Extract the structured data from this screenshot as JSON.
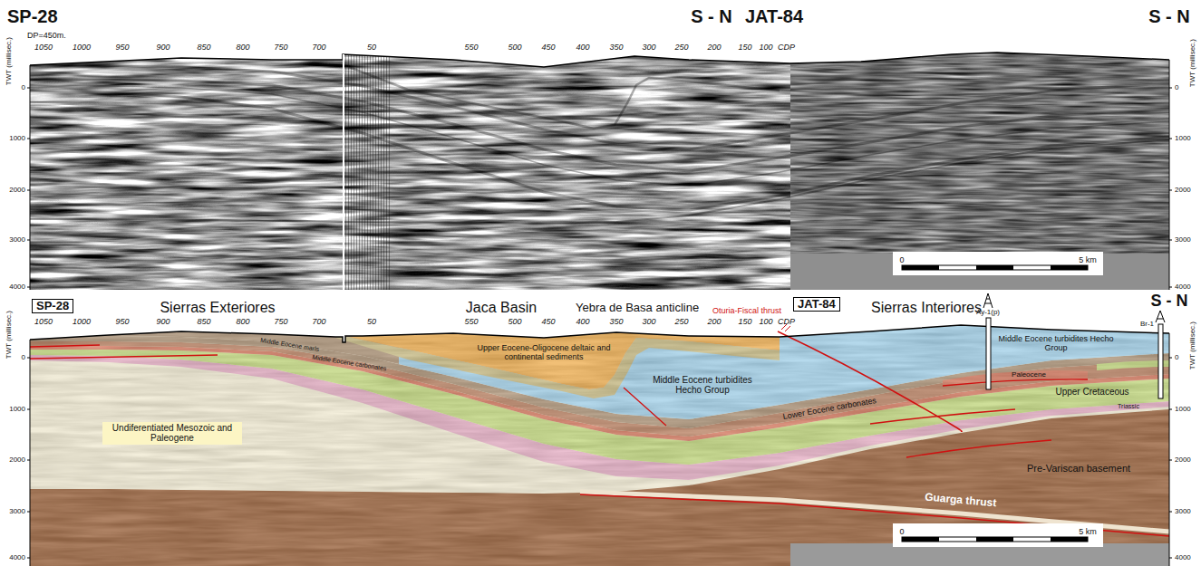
{
  "diagram": {
    "nodes": [
      {
        "text": [
          "SP-28"
        ]
      },
      {
        "text": [
          "JAT-84"
        ]
      },
      {
        "text": [
          "Upper Eocene-Oligocene deltaic and continental sediments"
        ]
      },
      {
        "text": [
          "Middle Eocene marls"
        ]
      },
      {
        "text": [
          "Middle Eocene carbonates"
        ]
      },
      {
        "text": [
          "Middle Eocene turbidites Hecho Group"
        ]
      },
      {
        "text": [
          "Middle Eocene turbidites Hecho Group"
        ]
      },
      {
        "text": [
          "Lower Eocene carbonates"
        ]
      },
      {
        "text": [
          "Paleocene"
        ]
      },
      {
        "text": [
          "Upper Cretaceous"
        ]
      },
      {
        "text": [
          "Triassic"
        ]
      },
      {
        "text": [
          "Undiferentiated Mesozoic and Paleogene"
        ]
      },
      {
        "text": [
          "Pre-Variscan basement"
        ]
      }
    ],
    "labels": [
      "SP-28",
      "DP=450m.",
      "S - N",
      "JAT-84",
      "S - N",
      "1050",
      "1000",
      "950",
      "900",
      "850",
      "800",
      "750",
      "700",
      "50",
      "550",
      "500",
      "450",
      "400",
      "350",
      "300",
      "250",
      "200",
      "150",
      "100",
      "CDP",
      "TWT (millisec.)",
      "0",
      "1000",
      "2000",
      "3000",
      "4000",
      "TWT (millisec.)",
      "0",
      "1000",
      "2000",
      "3000",
      "4000",
      "0",
      "5 km",
      "Sierras Exteriores",
      "1050",
      "1000",
      "950",
      "900",
      "850",
      "800",
      "750",
      "700",
      "50",
      "550",
      "500",
      "450",
      "400",
      "350",
      "300",
      "250",
      "200",
      "150",
      "100",
      "CDP",
      "Jaca Basin",
      "Yebra de Basa anticline",
      "Sierras Interiores",
      "S - N",
      "Ay-1(p)",
      "Br-1",
      "Oturia-Fiscal thrust",
      "Guarga thrust",
      "TWT (millisec.)",
      "0",
      "1000",
      "2000",
      "3000",
      "4000",
      "TWT (millisec.)",
      "0",
      "1000",
      "2000",
      "3000",
      "4000",
      "0",
      "5 km"
    ]
  }
}
